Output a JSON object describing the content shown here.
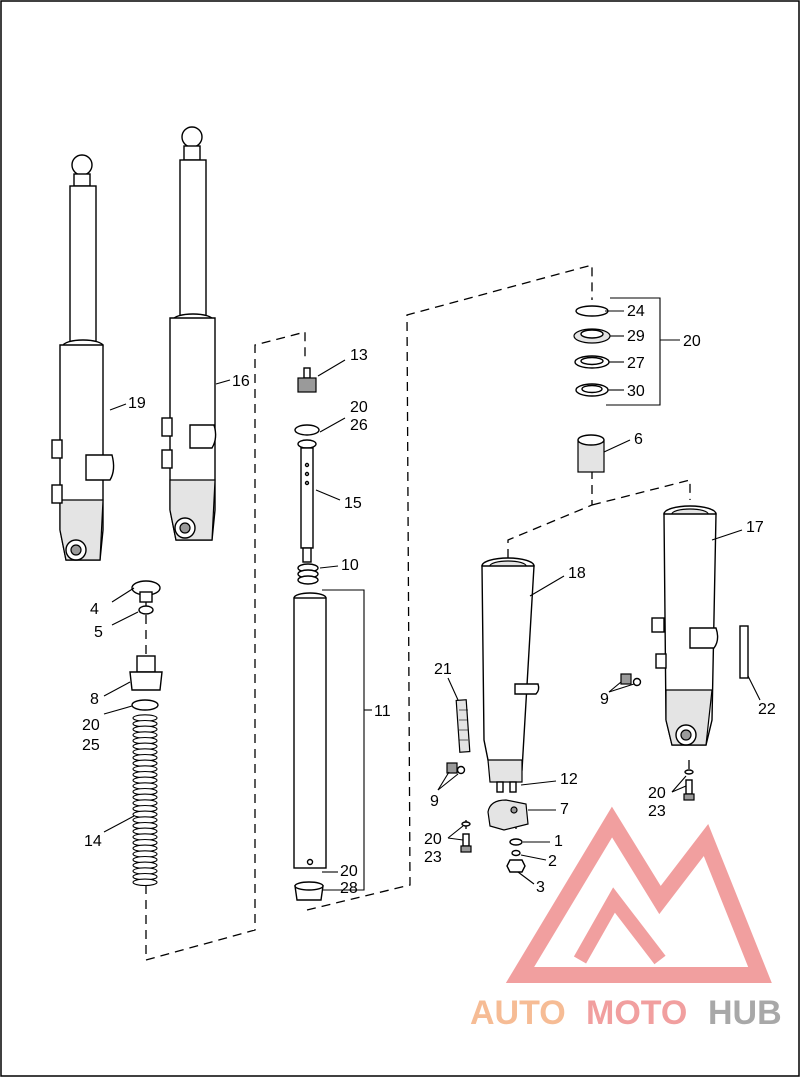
{
  "callouts": {
    "c1": "1",
    "c2": "2",
    "c3": "3",
    "c4": "4",
    "c5": "5",
    "c6": "6",
    "c7": "7",
    "c8": "8",
    "c9a": "9",
    "c9b": "9",
    "c10": "10",
    "c11": "11",
    "c12": "12",
    "c13": "13",
    "c14": "14",
    "c15": "15",
    "c16": "16",
    "c17": "17",
    "c18": "18",
    "c19": "19",
    "c20a": "20",
    "c20b": "20",
    "c20c": "20",
    "c20d": "20",
    "c20e": "20",
    "c20f": "20",
    "c21": "21",
    "c22": "22",
    "c23a": "23",
    "c23b": "23",
    "c24": "24",
    "c25": "25",
    "c26": "26",
    "c27": "27",
    "c28": "28",
    "c29": "29",
    "c30": "30"
  },
  "watermark": {
    "part1": "AUTO",
    "part2": "MOTO",
    "part3": "HUB",
    "color_orange": "#f5b183",
    "color_red": "#ef8f8f",
    "color_gray": "#9a9a9a"
  }
}
